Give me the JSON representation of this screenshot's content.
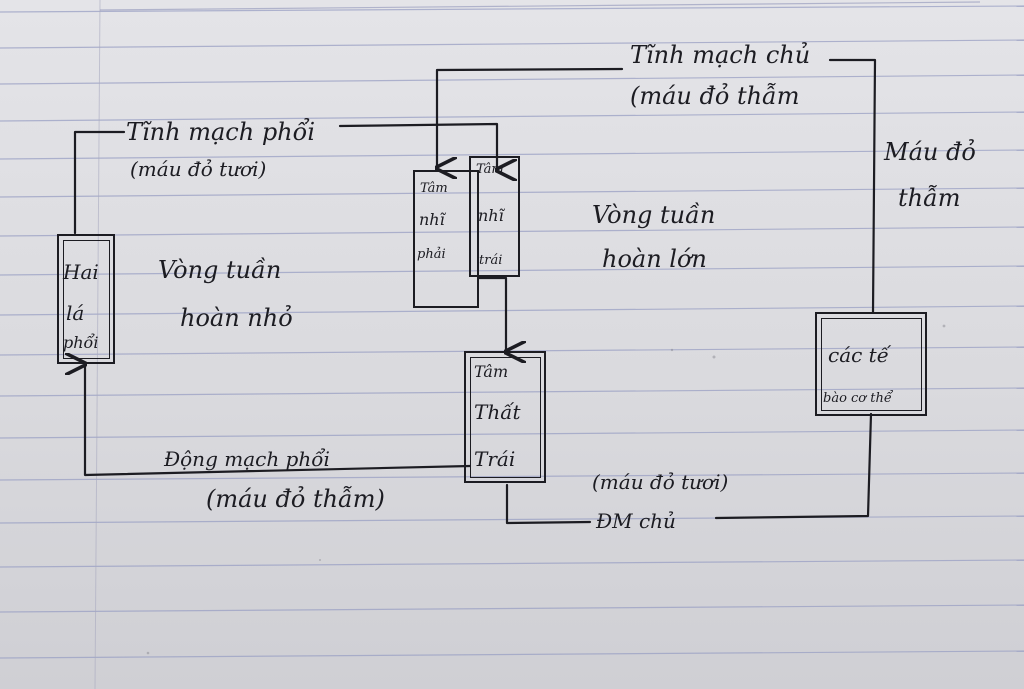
{
  "nodes": {
    "lung": [
      "Hai",
      "lá",
      "phổi"
    ],
    "right_atrium": [
      "Tâm",
      "nhĩ",
      "phải"
    ],
    "left_atrium": [
      "Tâm",
      "nhĩ",
      "trái"
    ],
    "left_ventricle": [
      "Tâm",
      "Thất",
      "Trái"
    ],
    "body_cells": [
      "các tế",
      "bào cơ thể"
    ]
  },
  "labels": {
    "pulmonary_vein": "Tĩnh mạch phổi",
    "pulmonary_vein_blood": "(máu đỏ tươi)",
    "vena_cava": "Tĩnh mạch chủ",
    "vena_cava_blood": "(máu đỏ thẫm",
    "body_side_blood": [
      "Máu đỏ",
      "thẫm"
    ],
    "small_circulation": [
      "Vòng tuần",
      "hoàn nhỏ"
    ],
    "large_circulation": [
      "Vòng tuần",
      "hoàn lớn"
    ],
    "pulmonary_artery": "Động mạch phổi",
    "pulmonary_artery_blood": "(máu đỏ thẫm)",
    "aorta_blood": "(máu đỏ tươi)",
    "aorta": "ĐM chủ"
  }
}
